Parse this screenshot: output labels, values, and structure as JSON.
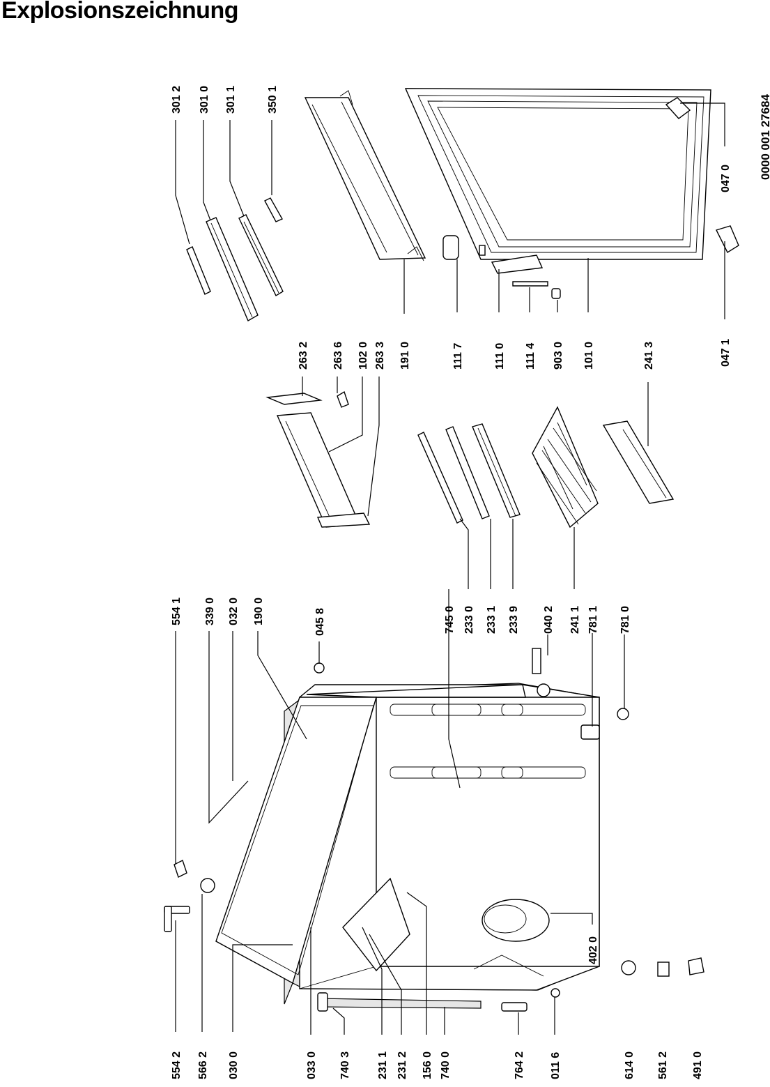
{
  "title": "Explosionszeichnung",
  "document_number": "0000 001 27684",
  "part_labels": [
    "301 2",
    "301 0",
    "301 1",
    "350 1",
    "263 2",
    "263 6",
    "102 0",
    "263 3",
    "191 0",
    "111 7",
    "111 0",
    "111 4",
    "903 0",
    "101 0",
    "241 3",
    "047 0",
    "047 1",
    "554 1",
    "339 0",
    "032 0",
    "190 0",
    "045 8",
    "745 0",
    "233 0",
    "233 1",
    "233 9",
    "040 2",
    "241 1",
    "781 1",
    "781 0",
    "402 0",
    "554 2",
    "566 2",
    "030 0",
    "033 0",
    "740 3",
    "231 1",
    "231 2",
    "156 0",
    "740 0",
    "764 2",
    "011 6",
    "614 0",
    "561 2",
    "491 0"
  ]
}
